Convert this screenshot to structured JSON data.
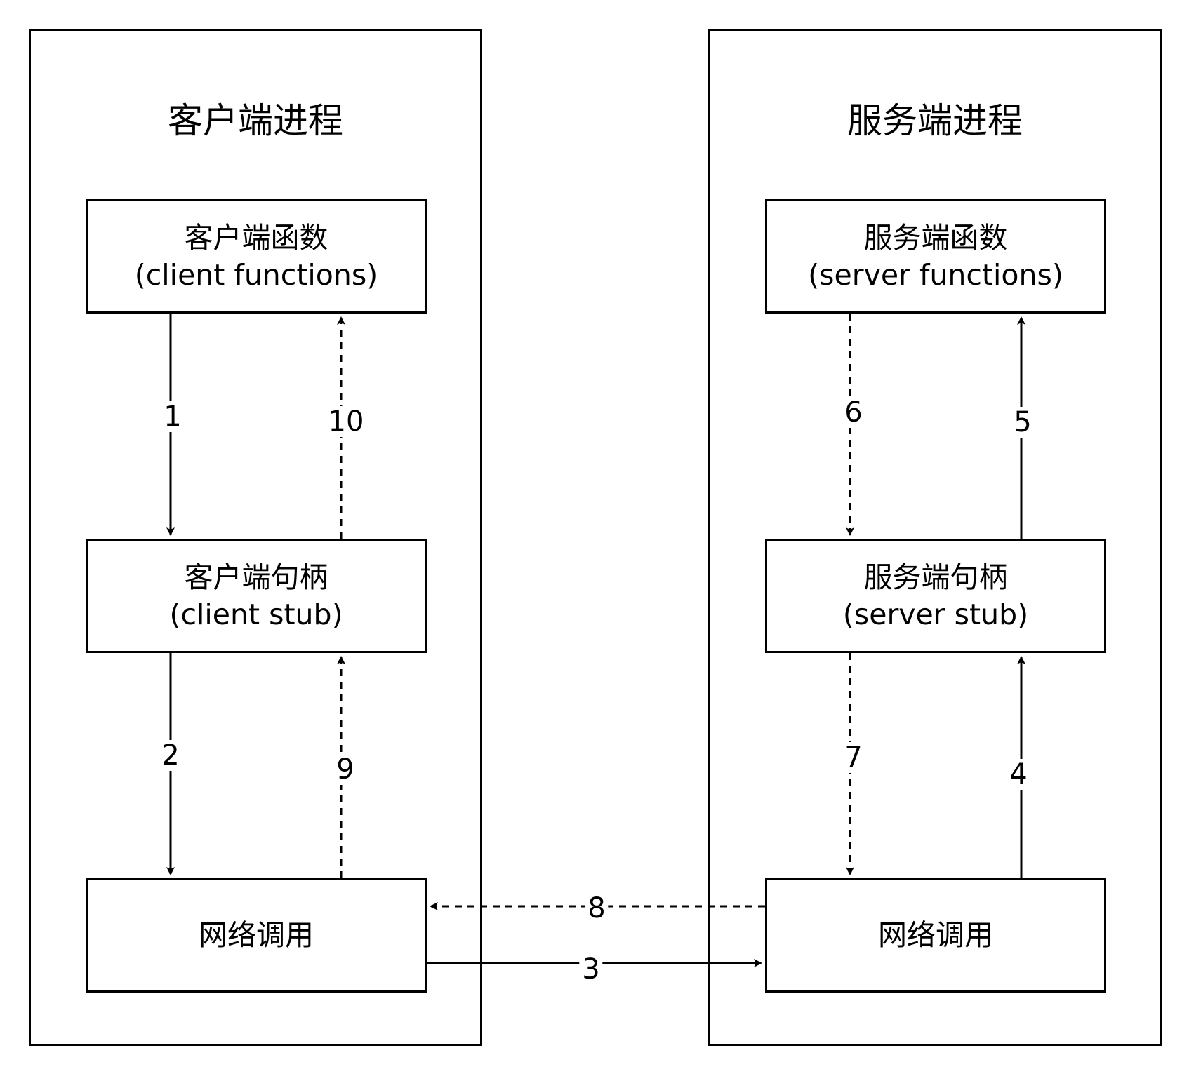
{
  "client_process": {
    "title": "客户端进程",
    "functions_box": {
      "line1": "客户端函数",
      "line2": "(client functions)"
    },
    "stub_box": {
      "line1": "客户端句柄",
      "line2": "(client stub)"
    },
    "network_box": {
      "line1": "网络调用"
    }
  },
  "server_process": {
    "title": "服务端进程",
    "functions_box": {
      "line1": "服务端函数",
      "line2": "(server functions)"
    },
    "stub_box": {
      "line1": "服务端句柄",
      "line2": "(server stub)"
    },
    "network_box": {
      "line1": "网络调用"
    }
  },
  "steps": {
    "s1": "1",
    "s2": "2",
    "s3": "3",
    "s4": "4",
    "s5": "5",
    "s6": "6",
    "s7": "7",
    "s8": "8",
    "s9": "9",
    "s10": "10"
  },
  "colors": {
    "stroke": "#000000",
    "background": "#ffffff"
  }
}
